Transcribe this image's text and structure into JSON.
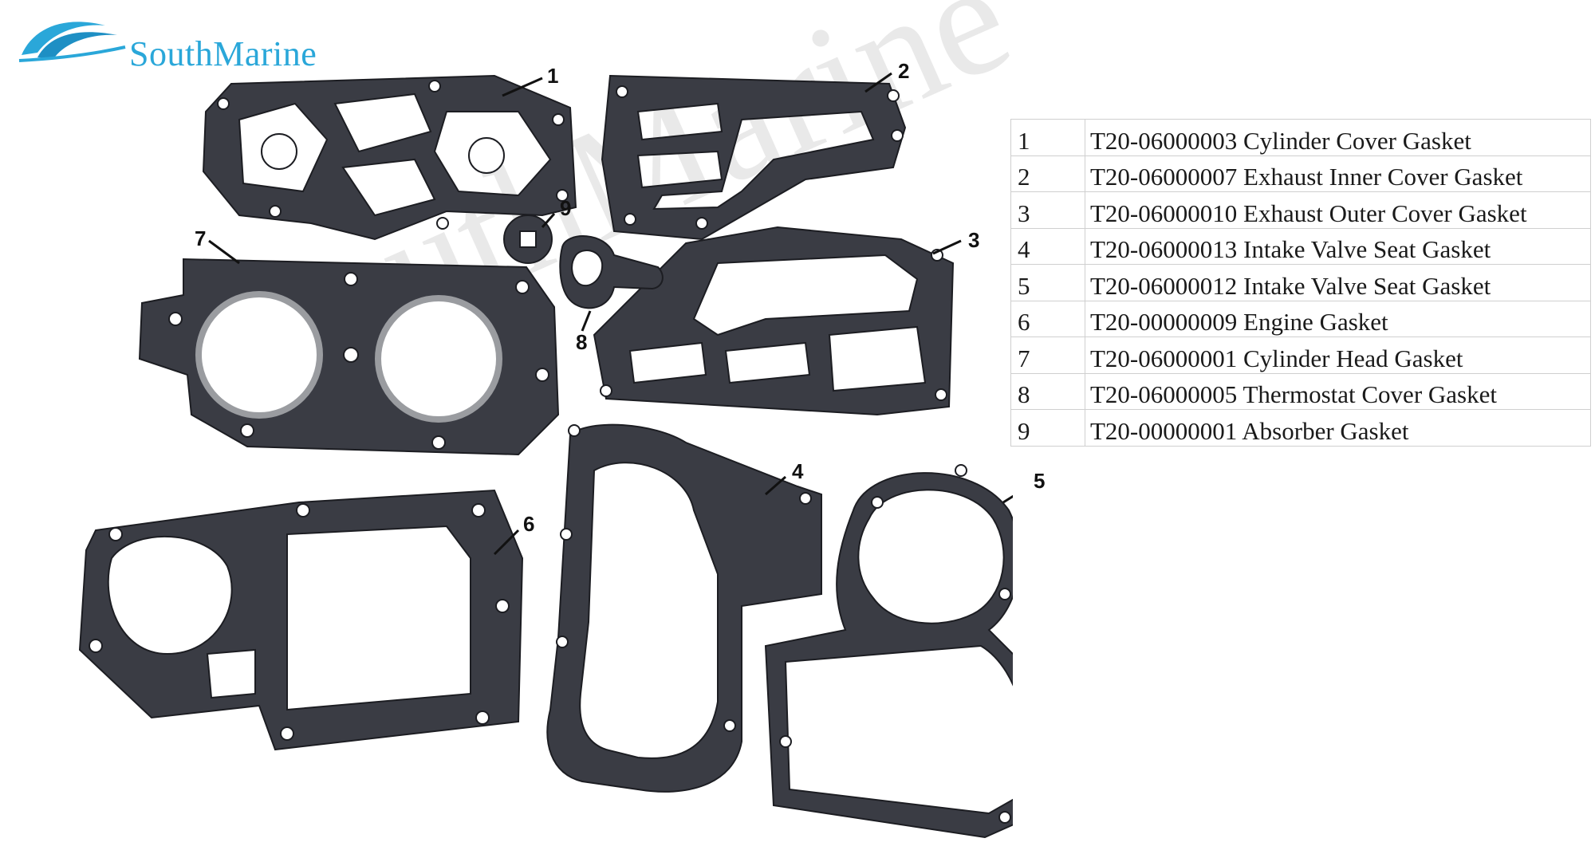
{
  "brand": {
    "name": "SouthMarine"
  },
  "watermark": "SouthMarine",
  "callouts": [
    "1",
    "2",
    "3",
    "4",
    "5",
    "6",
    "7",
    "8",
    "9"
  ],
  "parts_table": [
    {
      "num": "1",
      "desc": "T20-06000003 Cylinder Cover Gasket"
    },
    {
      "num": "2",
      "desc": "T20-06000007 Exhaust Inner Cover Gasket"
    },
    {
      "num": "3",
      "desc": "T20-06000010 Exhaust Outer Cover Gasket"
    },
    {
      "num": "4",
      "desc": "T20-06000013 Intake Valve Seat Gasket"
    },
    {
      "num": "5",
      "desc": "T20-06000012 Intake Valve Seat Gasket"
    },
    {
      "num": "6",
      "desc": "T20-00000009 Engine Gasket"
    },
    {
      "num": "7",
      "desc": "T20-06000001 Cylinder Head Gasket"
    },
    {
      "num": "8",
      "desc": "T20-06000005 Thermostat Cover Gasket"
    },
    {
      "num": "9",
      "desc": "T20-00000001 Absorber Gasket"
    }
  ],
  "colors": {
    "gasket": "#3a3c44",
    "edge": "#1c1d22",
    "brand": "#2aa7d9",
    "background": "#ffffff"
  }
}
